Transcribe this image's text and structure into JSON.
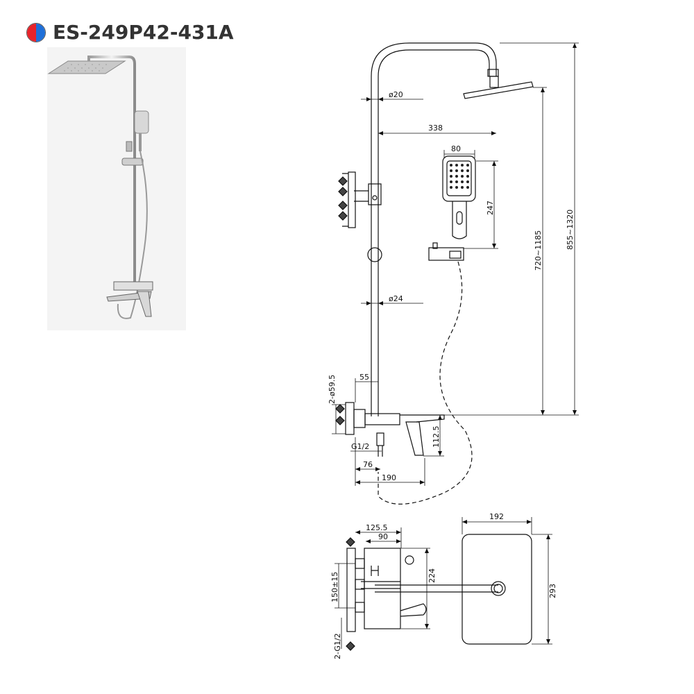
{
  "product": {
    "model": "ES-249P42-431A",
    "badge_colors": {
      "left": "#e8232a",
      "right": "#1e6fd9"
    }
  },
  "dimensions": {
    "pipe_upper_diameter": "ø20",
    "arm_reach": "338",
    "hand_shower_width": "80",
    "hand_shower_height": "247",
    "height_range_head": "720~1185",
    "height_range_total": "855~1320",
    "pipe_lower_diameter": "ø24",
    "escutcheon": "2-ø59.5",
    "escutcheon_depth": "55",
    "inlet_thread": "G1/2",
    "spout_drop": "112.5",
    "mixer_offset": "76",
    "mixer_projection": "190",
    "body_depth_total": "125.5",
    "body_depth": "90",
    "head_width": "192",
    "inlet_spacing": "150±15",
    "inlet_threads": "2-G1/2",
    "body_height": "224",
    "head_length": "293"
  }
}
